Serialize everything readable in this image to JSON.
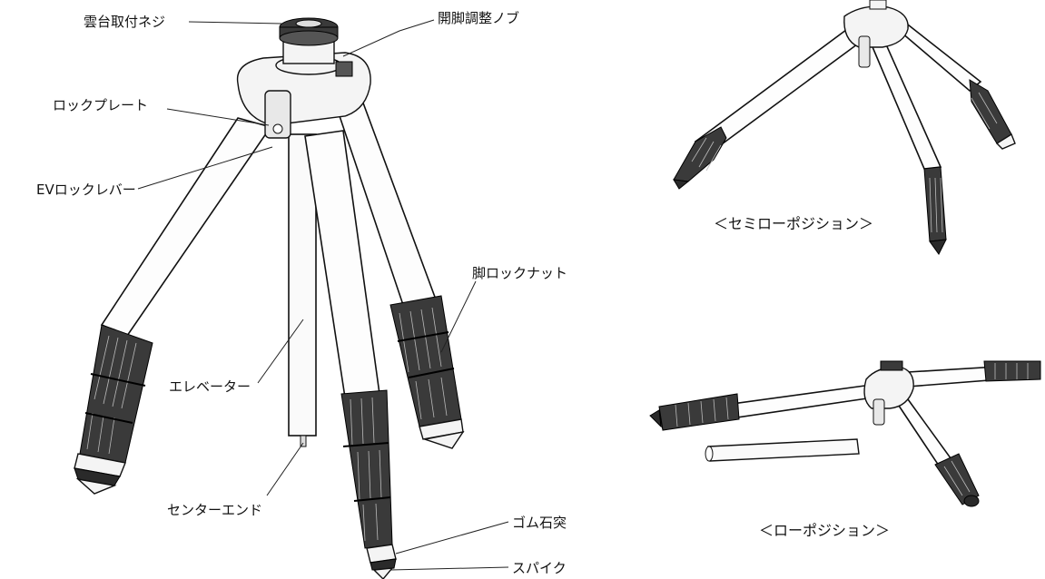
{
  "labels": {
    "mount_screw": "雲台取付ネジ",
    "leg_angle_knob": "開脚調整ノブ",
    "lock_plate": "ロックプレート",
    "ev_lock_lever": "EVロックレバー",
    "leg_lock_nut": "脚ロックナット",
    "elevator": "エレベーター",
    "center_end": "センターエンド",
    "rubber_foot": "ゴム石突",
    "spike": "スパイク"
  },
  "captions": {
    "semi_low": "＜セミローポジション＞",
    "low": "＜ローポジション＞"
  }
}
